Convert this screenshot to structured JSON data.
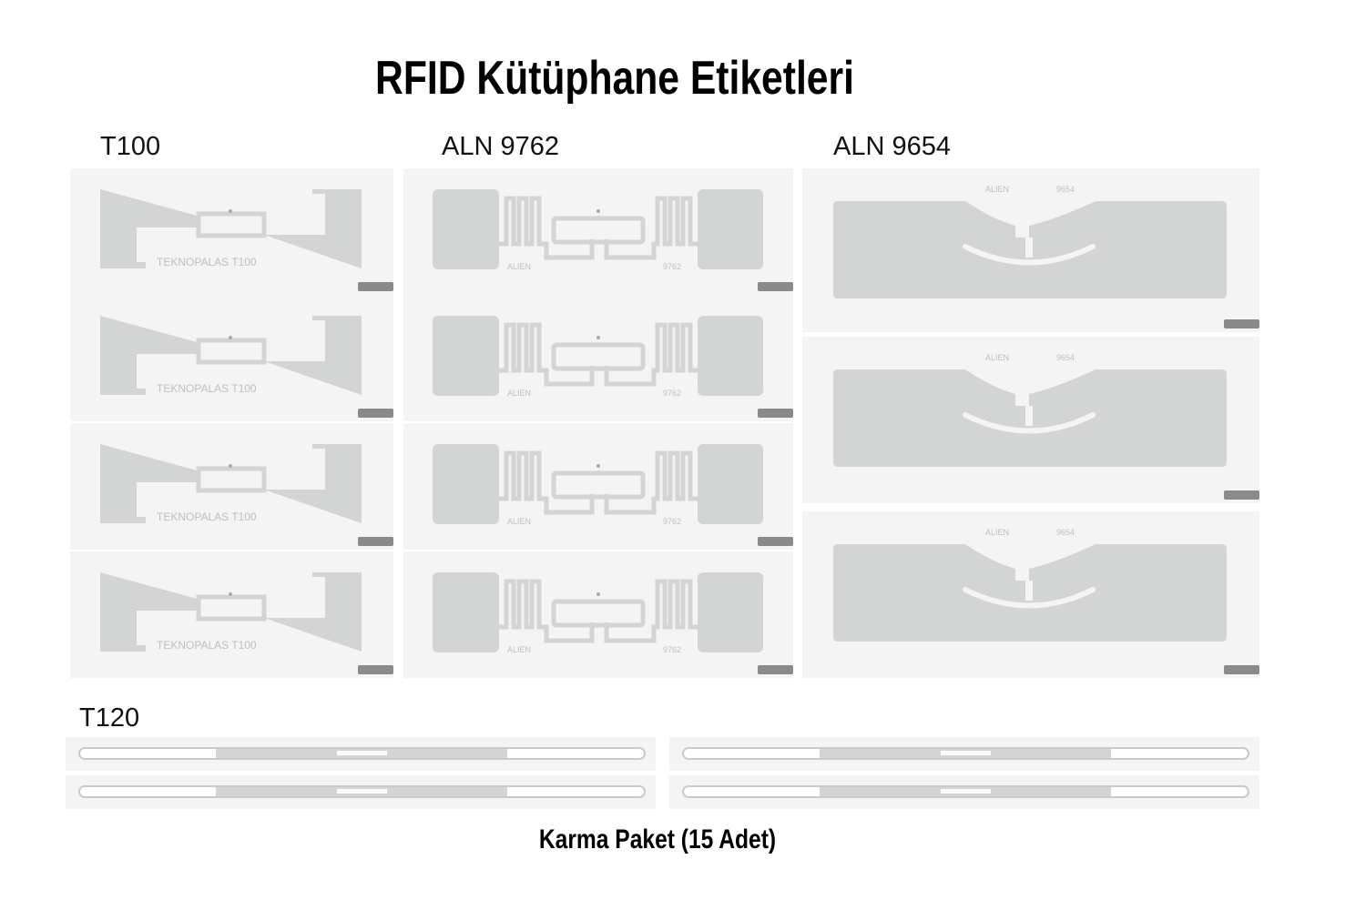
{
  "title": "RFID Kütüphane Etiketleri",
  "groups": [
    {
      "label": "T100",
      "count": 4,
      "inlay_text": [
        "TEKNOPALAS",
        "T100"
      ]
    },
    {
      "label": "ALN 9762",
      "count": 4,
      "inlay_text": [
        "ALIEN",
        "9762"
      ]
    },
    {
      "label": "ALN 9654",
      "count": 3,
      "inlay_text": [
        "ALIEN",
        "9654"
      ]
    },
    {
      "label": "T120",
      "count": 4
    }
  ],
  "footer": "Karma Paket (15 Adet)",
  "colors": {
    "label_bg": "#f4f4f4",
    "antenna": "#d3d5d4",
    "tab": "#8a8a8a",
    "text": "#000000"
  }
}
